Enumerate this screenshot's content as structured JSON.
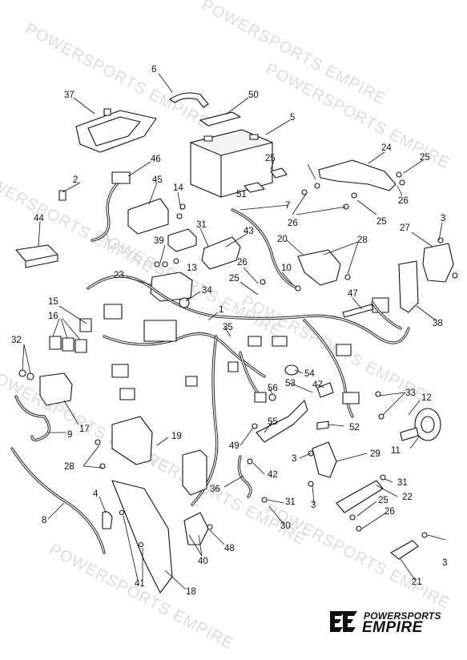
{
  "watermark": {
    "text": "POWERSPORTS EMPIRE"
  },
  "brand": {
    "top": "POWERSPORTS",
    "main": "EMPIRE",
    "logo_icon": "powersports-empire-logo-icon"
  },
  "callouts": {
    "c1": "1",
    "c2": "2",
    "c3a": "3",
    "c3b": "3",
    "c3c": "3",
    "c3d": "3",
    "c4": "4",
    "c5": "5",
    "c6": "6",
    "c7": "7",
    "c8": "8",
    "c9": "9",
    "c10": "10",
    "c11": "11",
    "c12": "12",
    "c13": "13",
    "c14": "14",
    "c15": "15",
    "c16": "16",
    "c17": "17",
    "c18": "18",
    "c19": "19",
    "c20": "20",
    "c21": "21",
    "c22": "22",
    "c23": "23",
    "c24": "24",
    "c25a": "25",
    "c25b": "25",
    "c25c": "25",
    "c25d": "25",
    "c25e": "25",
    "c26a": "26",
    "c26b": "26",
    "c26c": "26",
    "c26d": "26",
    "c27": "27",
    "c28a": "28",
    "c28b": "28",
    "c29": "29",
    "c30": "30",
    "c31a": "31",
    "c31b": "31",
    "c31c": "31",
    "c32": "32",
    "c33": "33",
    "c34": "34",
    "c35": "35",
    "c36": "36",
    "c37": "37",
    "c38": "38",
    "c39": "39",
    "c40": "40",
    "c41": "41",
    "c42": "42",
    "c43": "43",
    "c44": "44",
    "c45": "45",
    "c46": "46",
    "c47a": "47",
    "c47b": "47",
    "c48": "48",
    "c49": "49",
    "c50": "50",
    "c51": "51",
    "c52": "52",
    "c53": "53",
    "c54": "54",
    "c55": "55",
    "c56": "56"
  }
}
